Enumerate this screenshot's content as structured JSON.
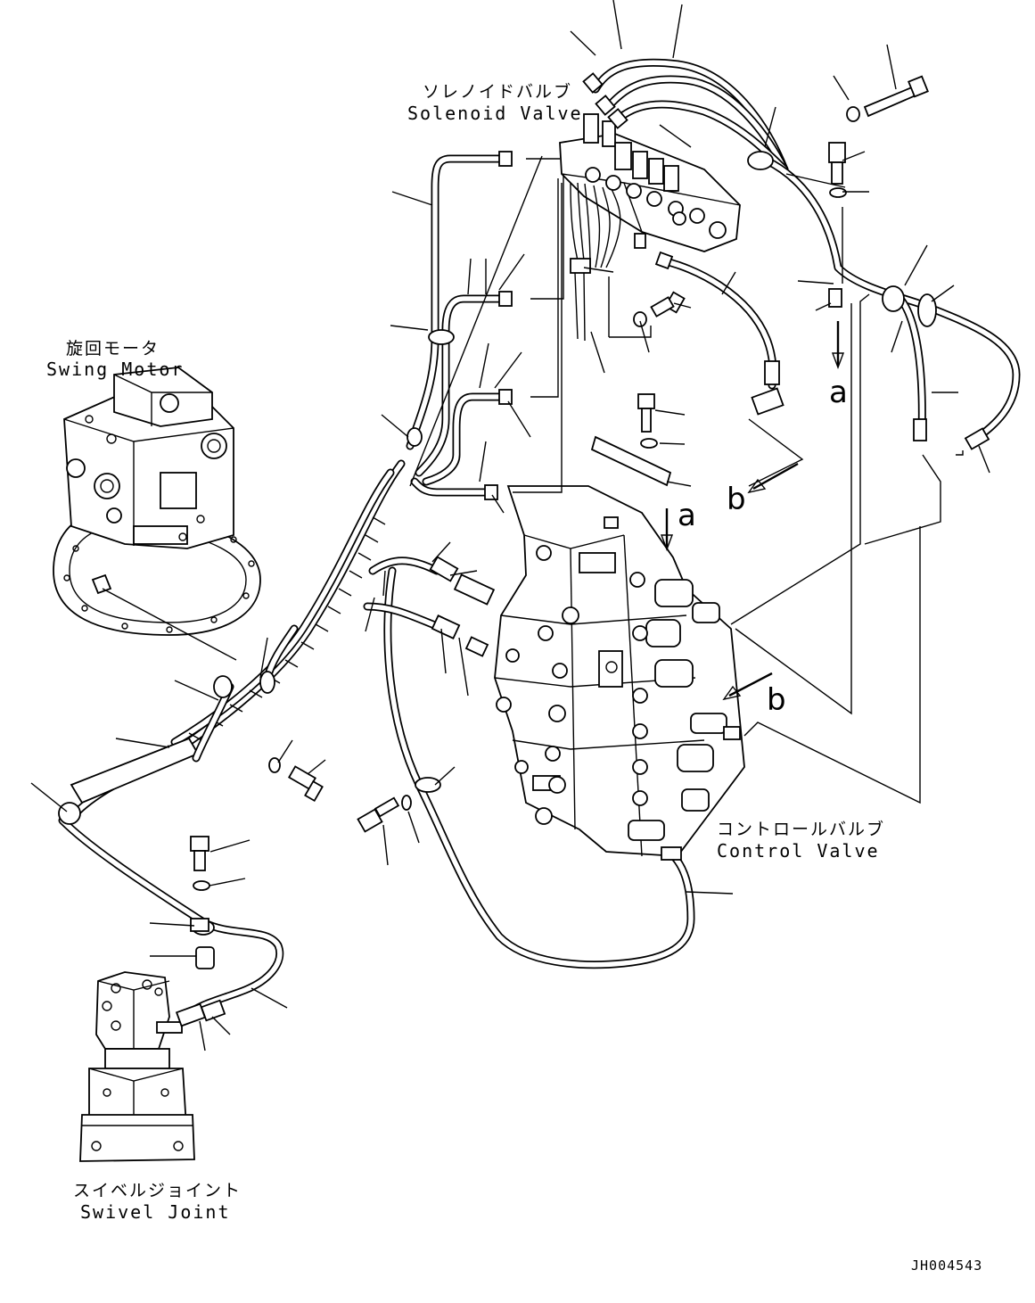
{
  "labels": {
    "solenoid_valve_jp": "ソレノイドバルブ",
    "solenoid_valve_en": "Solenoid Valve",
    "swing_motor_jp": "旋回モータ",
    "swing_motor_en": "Swing Motor",
    "control_valve_jp": "コントロールバルブ",
    "control_valve_en": "Control Valve",
    "swivel_joint_jp": "スイベルジョイント",
    "swivel_joint_en": "Swivel Joint"
  },
  "view_refs": {
    "a": "a",
    "b": "b"
  },
  "drawing_code": "JH004543"
}
